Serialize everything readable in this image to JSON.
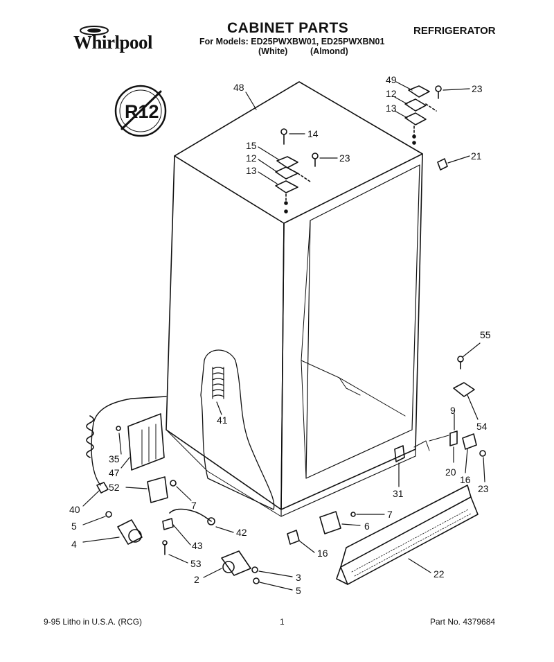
{
  "header": {
    "brand": "Whirlpool",
    "title": "CABINET PARTS",
    "models": "For Models: ED25PWXBW01, ED25PWXBN01",
    "color_white": "(White)",
    "color_almond": "(Almond)",
    "appliance": "REFRIGERATOR"
  },
  "badge": {
    "text": "R12"
  },
  "parts": {
    "p48": "48",
    "p49": "49",
    "p12a": "12",
    "p13a": "13",
    "p23a": "23",
    "p14": "14",
    "p15": "15",
    "p12b": "12",
    "p13b": "13",
    "p23b": "23",
    "p21": "21",
    "p55": "55",
    "p41": "41",
    "p54": "54",
    "p9": "9",
    "p20": "20",
    "p16a": "16",
    "p23c": "23",
    "p35": "35",
    "p47": "47",
    "p52": "52",
    "p40": "40",
    "p7a": "7",
    "p31": "31",
    "p7b": "7",
    "p6": "6",
    "p5a": "5",
    "p4": "4",
    "p42": "42",
    "p43": "43",
    "p16b": "16",
    "p53": "53",
    "p22": "22",
    "p3": "3",
    "p2": "2",
    "p5b": "5"
  },
  "footer": {
    "date_litho": "9-95  Litho in U.S.A. (RCG)",
    "page": "1",
    "part_no": "Part No. 4379684"
  }
}
